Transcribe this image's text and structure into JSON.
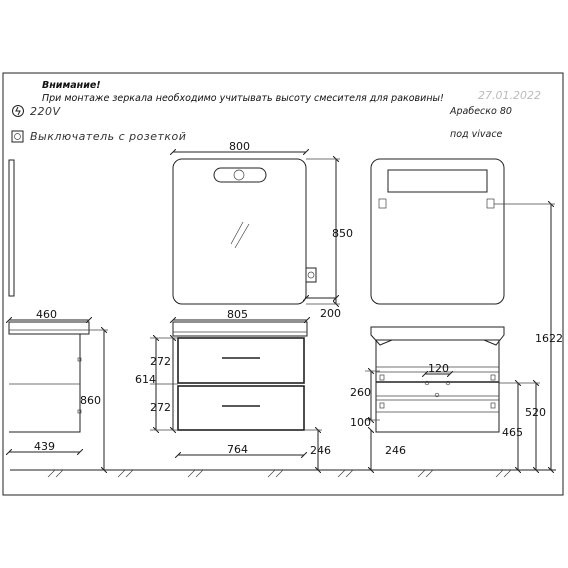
{
  "notes": {
    "title": "Внимание!",
    "line": "При монтаже зеркала необходимо учитывать высоту смесителя для раковины!"
  },
  "meta": {
    "date": "27.01.2022",
    "model": "Арабеско 80",
    "sink": "под vivace"
  },
  "legend": {
    "power": "220V",
    "switch": "Выключатель с розеткой"
  },
  "dims": {
    "mirror_width": "800",
    "mirror_height": "850",
    "mirror_depth": "200",
    "side_depth_top": "460",
    "side_depth_bottom": "439",
    "side_height": "860",
    "cabinet_width": "805",
    "drawer_top": "272",
    "drawer_bottom": "272",
    "cabinet_height": "614",
    "base_width": "764",
    "leg_front": "246",
    "pipe_spacing": "120",
    "rear_260": "260",
    "rear_100": "100",
    "rear_246": "246",
    "rear_465": "465",
    "rear_520": "520",
    "total_height": "1622"
  }
}
